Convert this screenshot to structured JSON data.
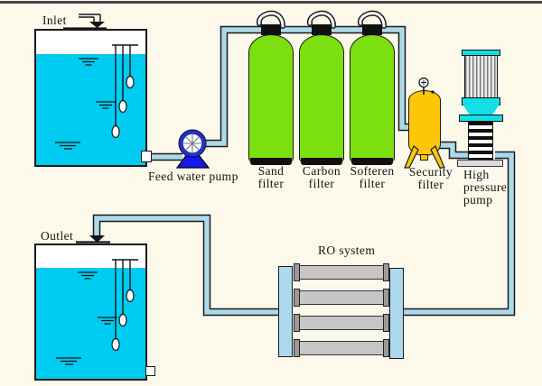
{
  "colors": {
    "background": "#FCF9EA",
    "water_cyan": "#00CBF1",
    "pipe_blue": "#ADD9EC",
    "filter_green": "#7CDF10",
    "security_yellow": "#FDC608",
    "pump_cyan": "#12E0E6",
    "feed_pump_blue": "#1318EC",
    "vessel_gray": "#C6C6C6"
  },
  "components": {
    "inlet_tank": {
      "label": "Inlet"
    },
    "outlet_tank": {
      "label": "Outlet"
    },
    "feed_pump": {
      "label": "Feed water pump"
    },
    "filters": [
      {
        "line1": "Sand",
        "line2": "filter"
      },
      {
        "line1": "Carbon",
        "line2": "filter"
      },
      {
        "line1": "Softeren",
        "line2": "filter"
      }
    ],
    "security_filter": {
      "line1": "Security",
      "line2": "filter"
    },
    "high_pressure_pump": {
      "line1": "High",
      "line2": "pressure",
      "line3": "pump"
    },
    "ro_system": {
      "label": "RO system",
      "vessel_count": 4
    }
  }
}
